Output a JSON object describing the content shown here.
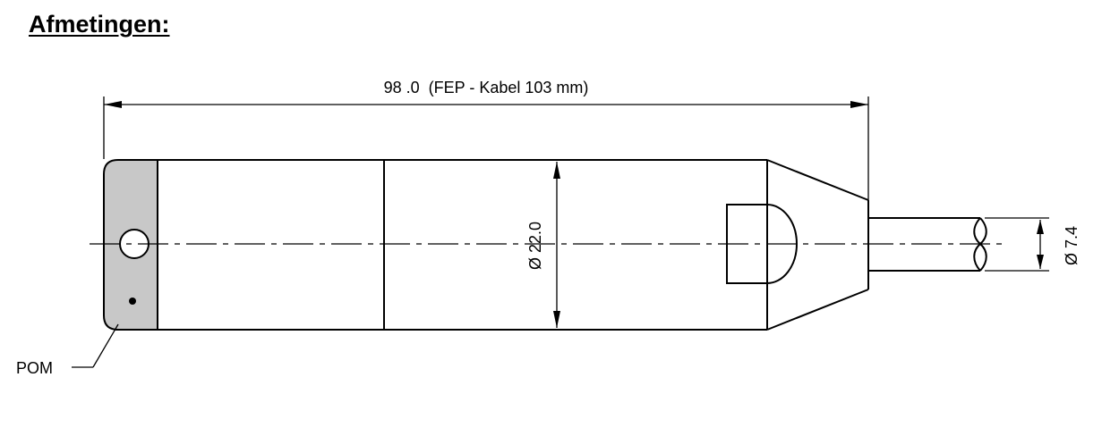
{
  "title": "Afmetingen:",
  "dimensions": {
    "length_label": "98 .0  (FEP - Kabel 103 mm)",
    "body_diameter_label": "Ø 22.0",
    "cable_diameter_label": "Ø 7.4"
  },
  "material_callout": "POM",
  "colors": {
    "line": "#000000",
    "cap_fill": "#c8c8c8",
    "background": "#ffffff"
  }
}
